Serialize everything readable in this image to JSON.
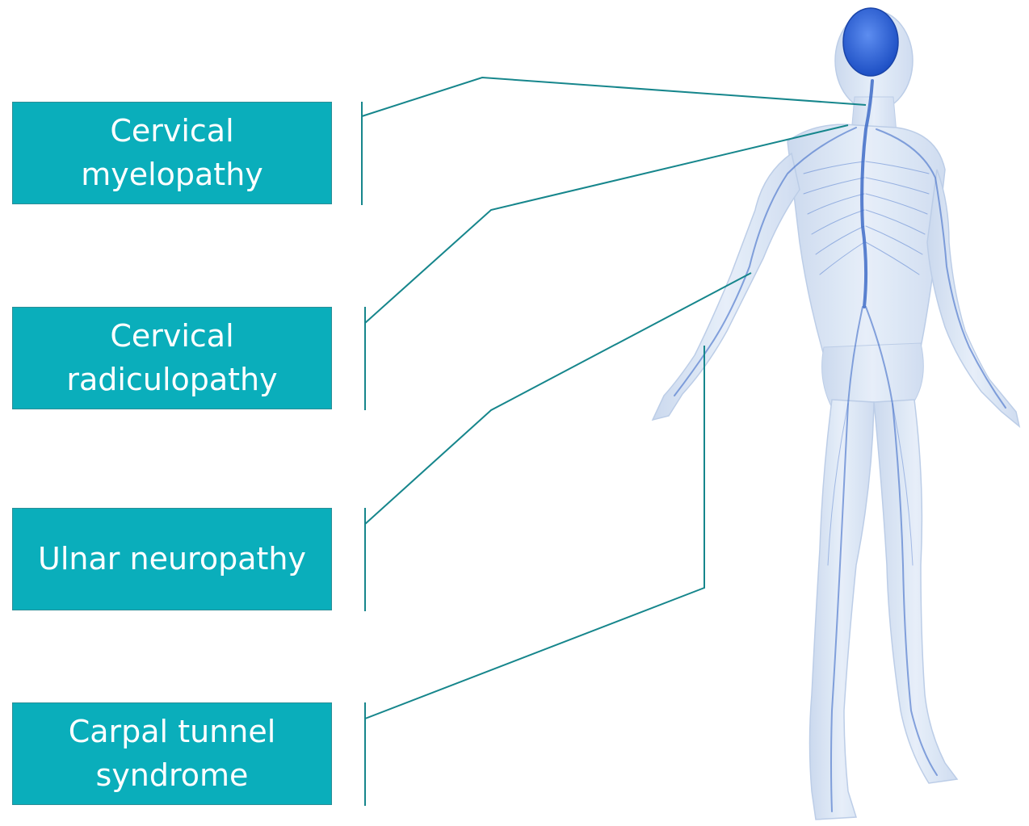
{
  "labels": [
    {
      "line1": "Cervical",
      "line2": "myelopathy"
    },
    {
      "line1": "Cervical",
      "line2": "radiculopathy"
    },
    {
      "line1": "Ulnar neuropathy",
      "line2": ""
    },
    {
      "line1": "Carpal tunnel",
      "line2": "syndrome"
    }
  ],
  "colors": {
    "box_fill": "#0aaebb",
    "box_border": "#2a8d96",
    "box_text": "#ffffff",
    "connector": "#16868c",
    "body_fill": "#dde8f6",
    "nerve": "#2f5fbf",
    "brain": "#2f63d6"
  },
  "icons": {
    "figure": "human-nervous-system-illustration"
  }
}
